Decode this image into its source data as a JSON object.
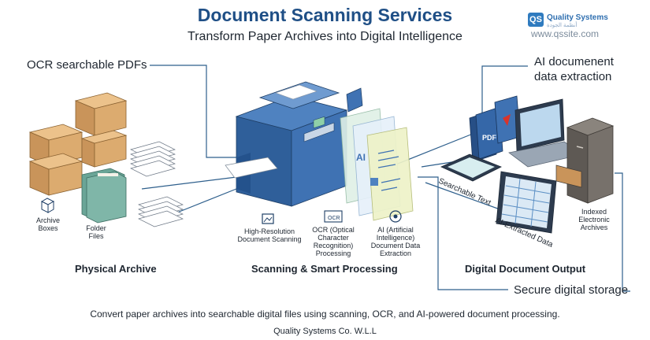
{
  "header": {
    "title": "Document Scanning Services",
    "subtitle": "Transform Paper Archives into Digital Intelligence"
  },
  "brand": {
    "logo_text": "QS",
    "name": "Quality Systems",
    "arabic_name": "أنظمة الجودة",
    "url": "www.qssite.com"
  },
  "callouts": {
    "ocr_pdfs": "OCR searchable PDFs",
    "ai_extraction_line1": "AI documenent",
    "ai_extraction_line2": "data extraction",
    "secure_storage": "Secure digital storage"
  },
  "physical": {
    "archive_boxes": [
      "Archive",
      "Boxes"
    ],
    "folder_files": [
      "Folder",
      "Files"
    ],
    "section_title": "Physical Archive"
  },
  "processing": {
    "high_res": [
      "High-Resolution",
      "Document Scanning"
    ],
    "ocr": [
      "OCR (Optical",
      "Character",
      "Recognition)",
      "Processing"
    ],
    "ai": [
      "AI (Artificial",
      "Intelligence)",
      "Document Data",
      "Extraction"
    ],
    "ocr_badge": "OCR",
    "screen_ai": "AI",
    "section_title": "Scanning & Smart Processing"
  },
  "output": {
    "searchable_text": "Searchable Text",
    "ai_extracted": "AI-Extracted Data",
    "indexed": [
      "Indexed",
      "Electronic",
      "Archives"
    ],
    "pdf_label": "PDF",
    "section_title": "Digital Document Output"
  },
  "footer": {
    "description": "Convert paper archives into searchable digital files using scanning, OCR, and AI-powered document processing.",
    "company": "Quality Systems Co. W.L.L"
  },
  "colors": {
    "title_blue": "#1f4f86",
    "scanner_blue": "#3568a8",
    "box_tan": "#d8a86a",
    "folder_teal": "#5f9a8c",
    "cabinet_gray": "#6e6964"
  }
}
